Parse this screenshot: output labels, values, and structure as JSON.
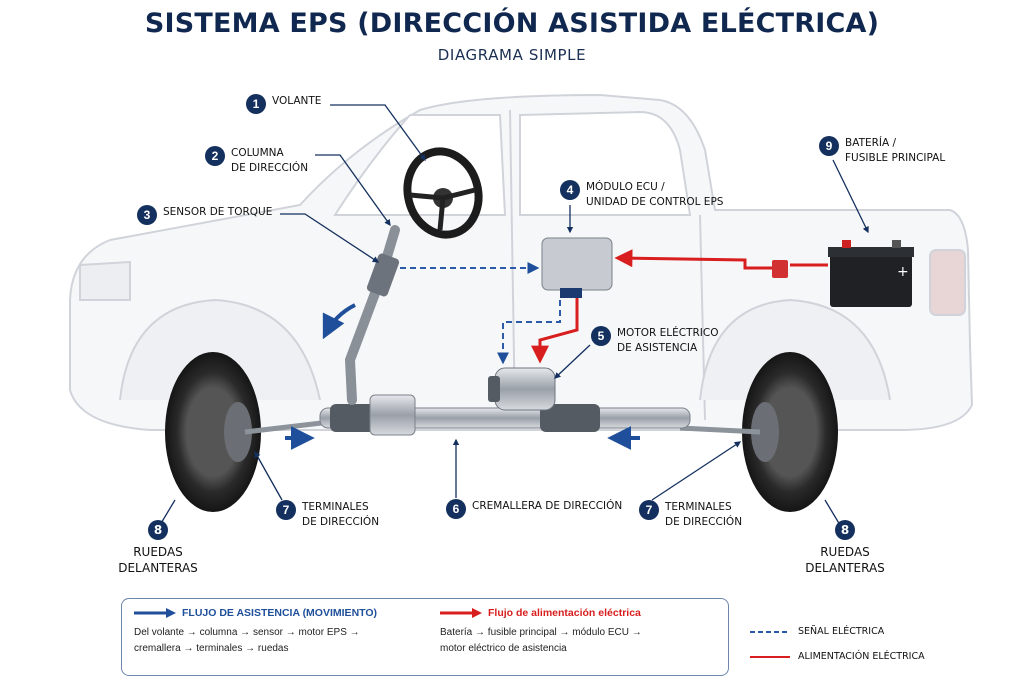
{
  "header": {
    "title": "SISTEMA EPS (DIRECCIÓN ASISTIDA ELÉCTRICA)",
    "subtitle": "DIAGRAMA SIMPLE"
  },
  "callouts": [
    {
      "num": "1",
      "line1": "VOLANTE",
      "line2": ""
    },
    {
      "num": "2",
      "line1": "COLUMNA",
      "line2": "DE DIRECCIÓN"
    },
    {
      "num": "3",
      "line1": "SENSOR DE TORQUE",
      "line2": ""
    },
    {
      "num": "4",
      "line1": "MÓDULO ECU /",
      "line2": "UNIDAD DE CONTROL EPS"
    },
    {
      "num": "5",
      "line1": "MOTOR ELÉCTRICO",
      "line2": "DE ASISTENCIA"
    },
    {
      "num": "6",
      "line1": "CREMALLERA DE DIRECCIÓN",
      "line2": ""
    },
    {
      "num": "7",
      "line1": "TERMINALES",
      "line2": "DE DIRECCIÓN"
    },
    {
      "num": "7",
      "line1": "TERMINALES",
      "line2": "DE DIRECCIÓN"
    },
    {
      "num": "8",
      "line1": "RUEDAS",
      "line2": "DELANTERAS"
    },
    {
      "num": "8",
      "line1": "RUEDAS",
      "line2": "DELANTERAS"
    },
    {
      "num": "9",
      "line1": "BATERÍA /",
      "line2": "FUSIBLE PRINCIPAL"
    }
  ],
  "legend": {
    "assist_title": "FLUJO DE ASISTENCIA (MOVIMIENTO)",
    "assist_line1": "Del volante → columna → sensor → motor EPS →",
    "assist_line2": "cremallera → terminales → ruedas",
    "power_title": "Flujo de alimentación eléctrica",
    "power_line1": "Batería → fusible principal → módulo ECU →",
    "power_line2": "motor eléctrico de asistencia",
    "signal_label": "SEÑAL ELÉCTRICA",
    "supply_label": "ALIMENTACIÓN ELÉCTRICA"
  },
  "colors": {
    "navy": "#14305e",
    "assist_blue": "#1f4f9a",
    "power_red": "#d81e1e",
    "signal_blue": "#2a5aa8"
  }
}
